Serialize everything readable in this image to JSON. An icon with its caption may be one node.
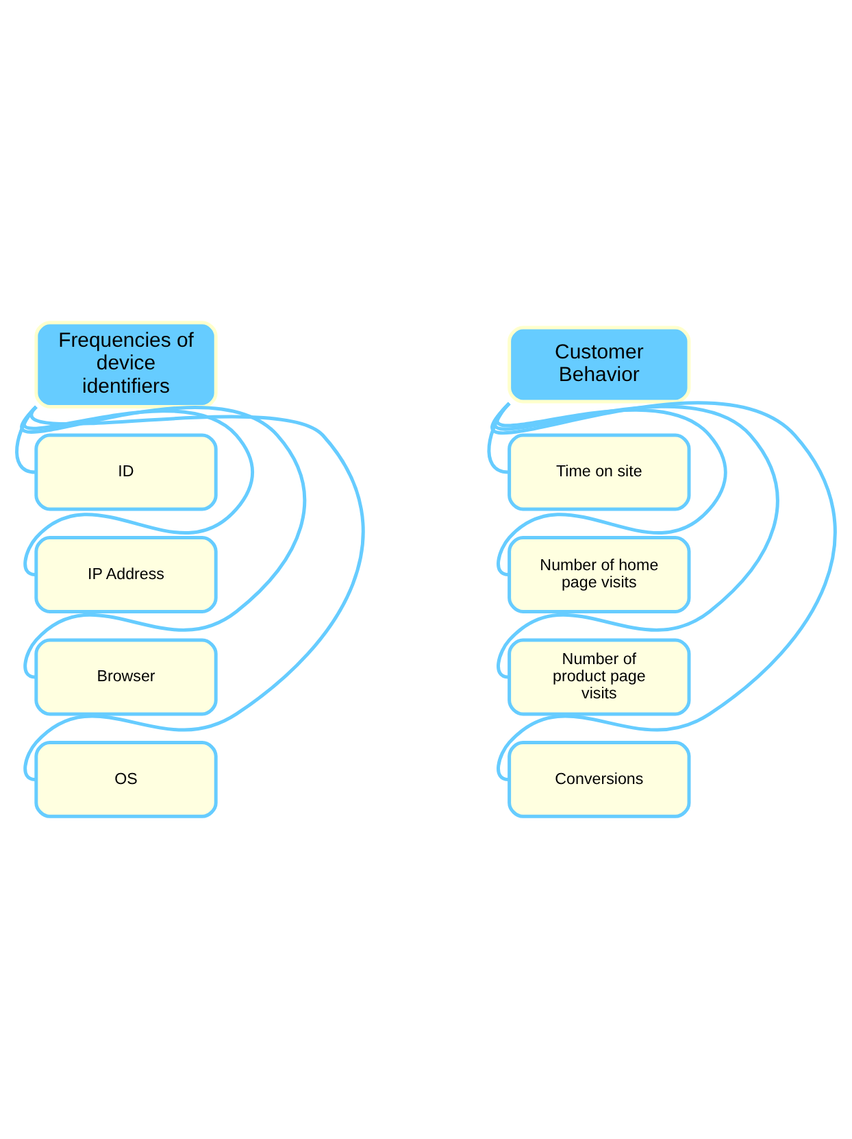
{
  "diagram": {
    "nodes": [
      {
        "text": [
          "Frequencies of device identifiers"
        ]
      },
      {
        "text": [
          "ID"
        ]
      },
      {
        "text": [
          "IP Address"
        ]
      },
      {
        "text": [
          "Browser"
        ]
      },
      {
        "text": [
          "OS"
        ]
      },
      {
        "text": [
          "Customer Behavior"
        ]
      },
      {
        "text": [
          "Time on site"
        ]
      },
      {
        "text": [
          "Number of home page visits"
        ]
      },
      {
        "text": [
          "Number of product page visits"
        ]
      },
      {
        "text": [
          "Conversions"
        ]
      }
    ],
    "edges": [
      {
        "from": 0,
        "to": 1,
        "arrow": "none"
      },
      {
        "from": 0,
        "to": 2,
        "arrow": "none"
      },
      {
        "from": 0,
        "to": 3,
        "arrow": "none"
      },
      {
        "from": 0,
        "to": 4,
        "arrow": "none"
      },
      {
        "from": 5,
        "to": 6,
        "arrow": "none"
      },
      {
        "from": 5,
        "to": 7,
        "arrow": "none"
      },
      {
        "from": 5,
        "to": 8,
        "arrow": "none"
      },
      {
        "from": 5,
        "to": 9,
        "arrow": "none"
      }
    ]
  }
}
